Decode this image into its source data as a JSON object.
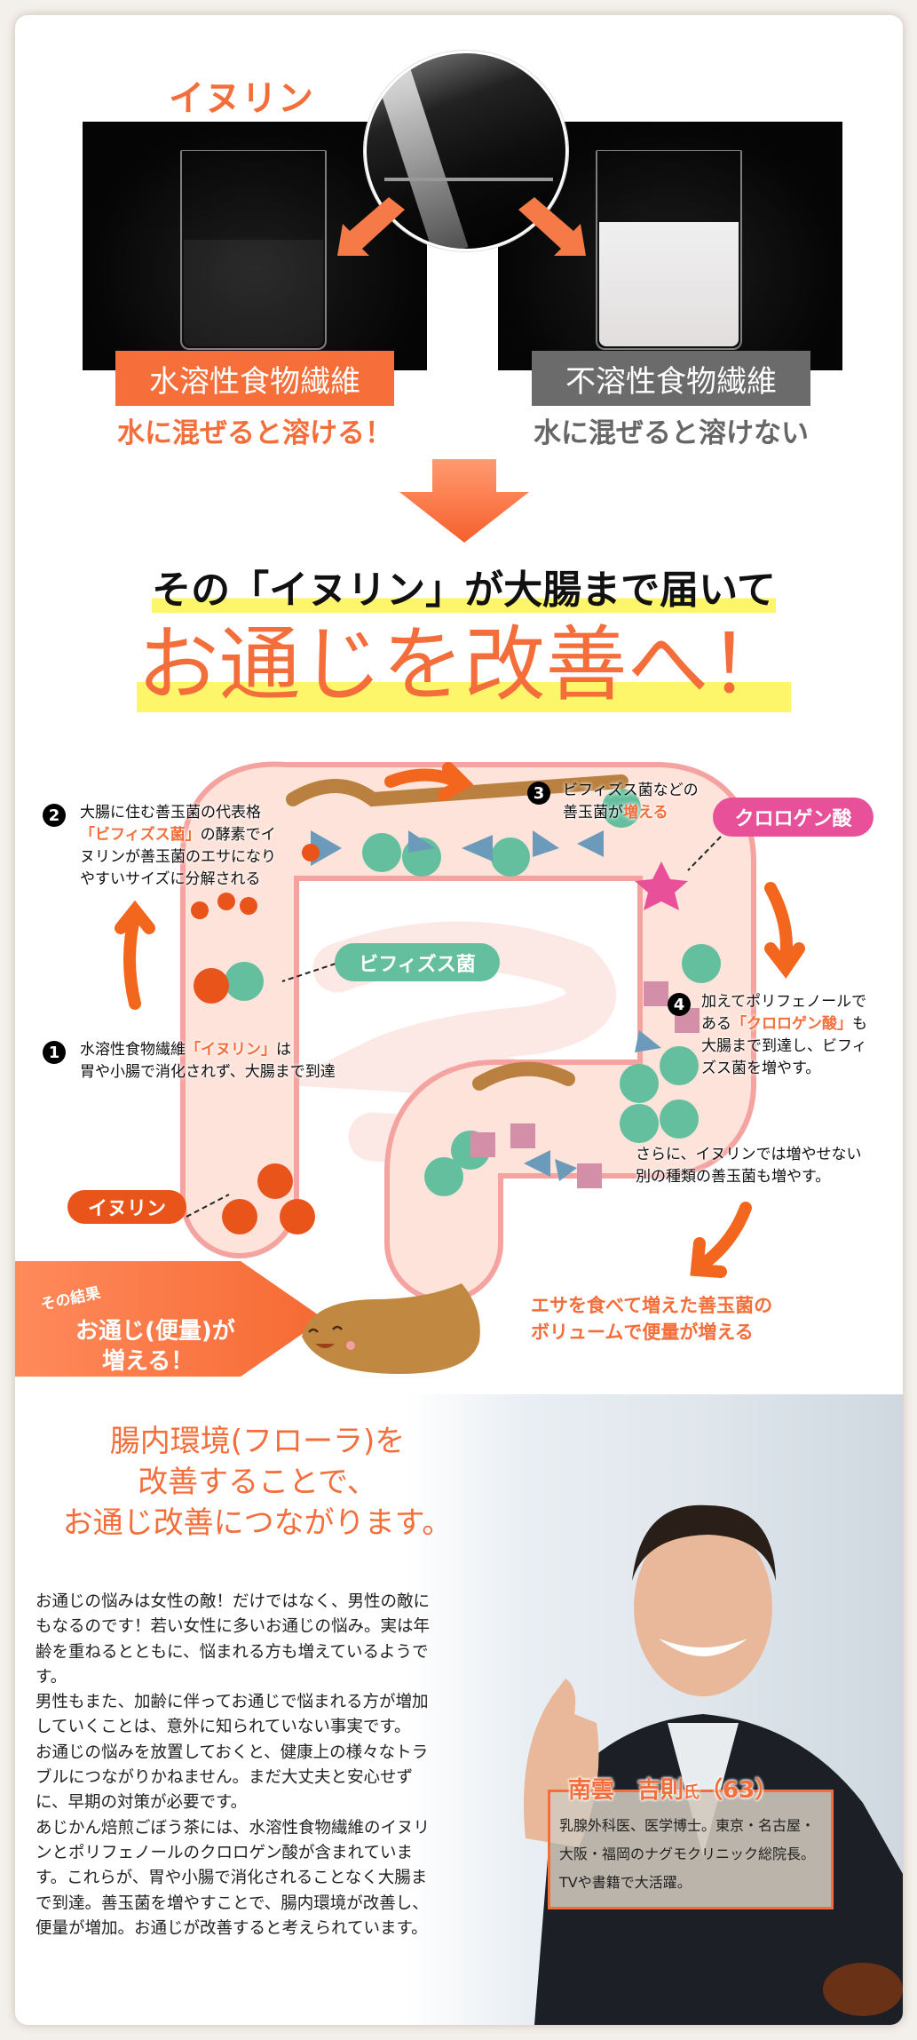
{
  "top": {
    "inulin_title": "イヌリン",
    "soluble_label": "水溶性食物繊維",
    "insoluble_label": "不溶性食物繊維",
    "soluble_caption": "水に混ぜると溶ける！",
    "insoluble_caption": "水に混ぜると溶けない"
  },
  "headline": {
    "line1": "その「イヌリン」が大腸まで届いて",
    "line2": "お通じを改善へ！"
  },
  "diagram": {
    "step1": {
      "num": "1",
      "text_a": "水溶性食物繊維",
      "highlight": "「イヌリン」",
      "text_b": "は",
      "line2": "胃や小腸で消化されず、大腸まで到達"
    },
    "step2": {
      "num": "2",
      "line1": "大腸に住む善玉菌の代表格",
      "highlight": "「ビフィズス菌」",
      "line2_rest": "の酵素でイ",
      "line3": "ヌリンが善玉菌のエサになり",
      "line4": "やすいサイズに分解される"
    },
    "step3": {
      "num": "3",
      "line1": "ビフィズス菌などの",
      "line2_a": "善玉菌が",
      "highlight": "増える"
    },
    "step4": {
      "num": "4",
      "line1": "加えてポリフェノールで",
      "line2_a": "ある",
      "highlight": "「クロロゲン酸」",
      "line2_b": "も",
      "line3": "大腸まで到達し、ビフィ",
      "line4": "ズス菌を増やす。"
    },
    "extra": {
      "line1": "さらに、イヌリンでは増やせない",
      "line2": "別の種類の善玉菌も増やす。"
    },
    "labels": {
      "bifidus": "ビフィズス菌",
      "chlorogenic": "クロロゲン酸",
      "inulin": "イヌリン"
    },
    "result": {
      "small": "その結果",
      "line1": "お通じ(便量)が",
      "line2": "増える！"
    },
    "volume_note": {
      "line1": "エサを食べて増えた善玉菌の",
      "line2": "ボリュームで便量が増える"
    }
  },
  "section2": {
    "heading": [
      "腸内環境(フローラ)を",
      "改善することで、",
      "お通じ改善につながります。"
    ],
    "body": [
      "お通じの悩みは女性の敵！だけではなく、男性の敵にもなるのです！若い女性に多いお通じの悩み。実は年齢を重ねるとともに、悩まれる方も増えているようです。",
      "男性もまた、加齢に伴ってお通じで悩まれる方が増加していくことは、意外に知られていない事実です。",
      "お通じの悩みを放置しておくと、健康上の様々なトラブルにつながりかねません。まだ大丈夫と安心せずに、早期の対策が必要です。",
      "あじかん焙煎ごぼう茶には、水溶性食物繊維のイヌリンとポリフェノールのクロロゲン酸が含まれています。これらが、胃や小腸で消化されることなく大腸まで到達。善玉菌を増やすことで、腸内環境が改善し、便量が増加。お通じが改善すると考えられています。"
    ],
    "profile": {
      "name": "南雲　吉則",
      "honorific": "氏",
      "age": "（63）",
      "lines": [
        "乳腺外科医、医学博士。東京・名古屋・",
        "大阪・福岡のナグモクリニック総院長。",
        "TVや書籍で大活躍。"
      ]
    }
  },
  "colors": {
    "accent": "#f36e3a",
    "gray_label": "#6b6b6b",
    "highlight": "#fdf66a",
    "bifidus": "#64bf9f",
    "chlorogenic": "#e8509a",
    "inulin": "#e8541a",
    "stool": "#c08840"
  }
}
